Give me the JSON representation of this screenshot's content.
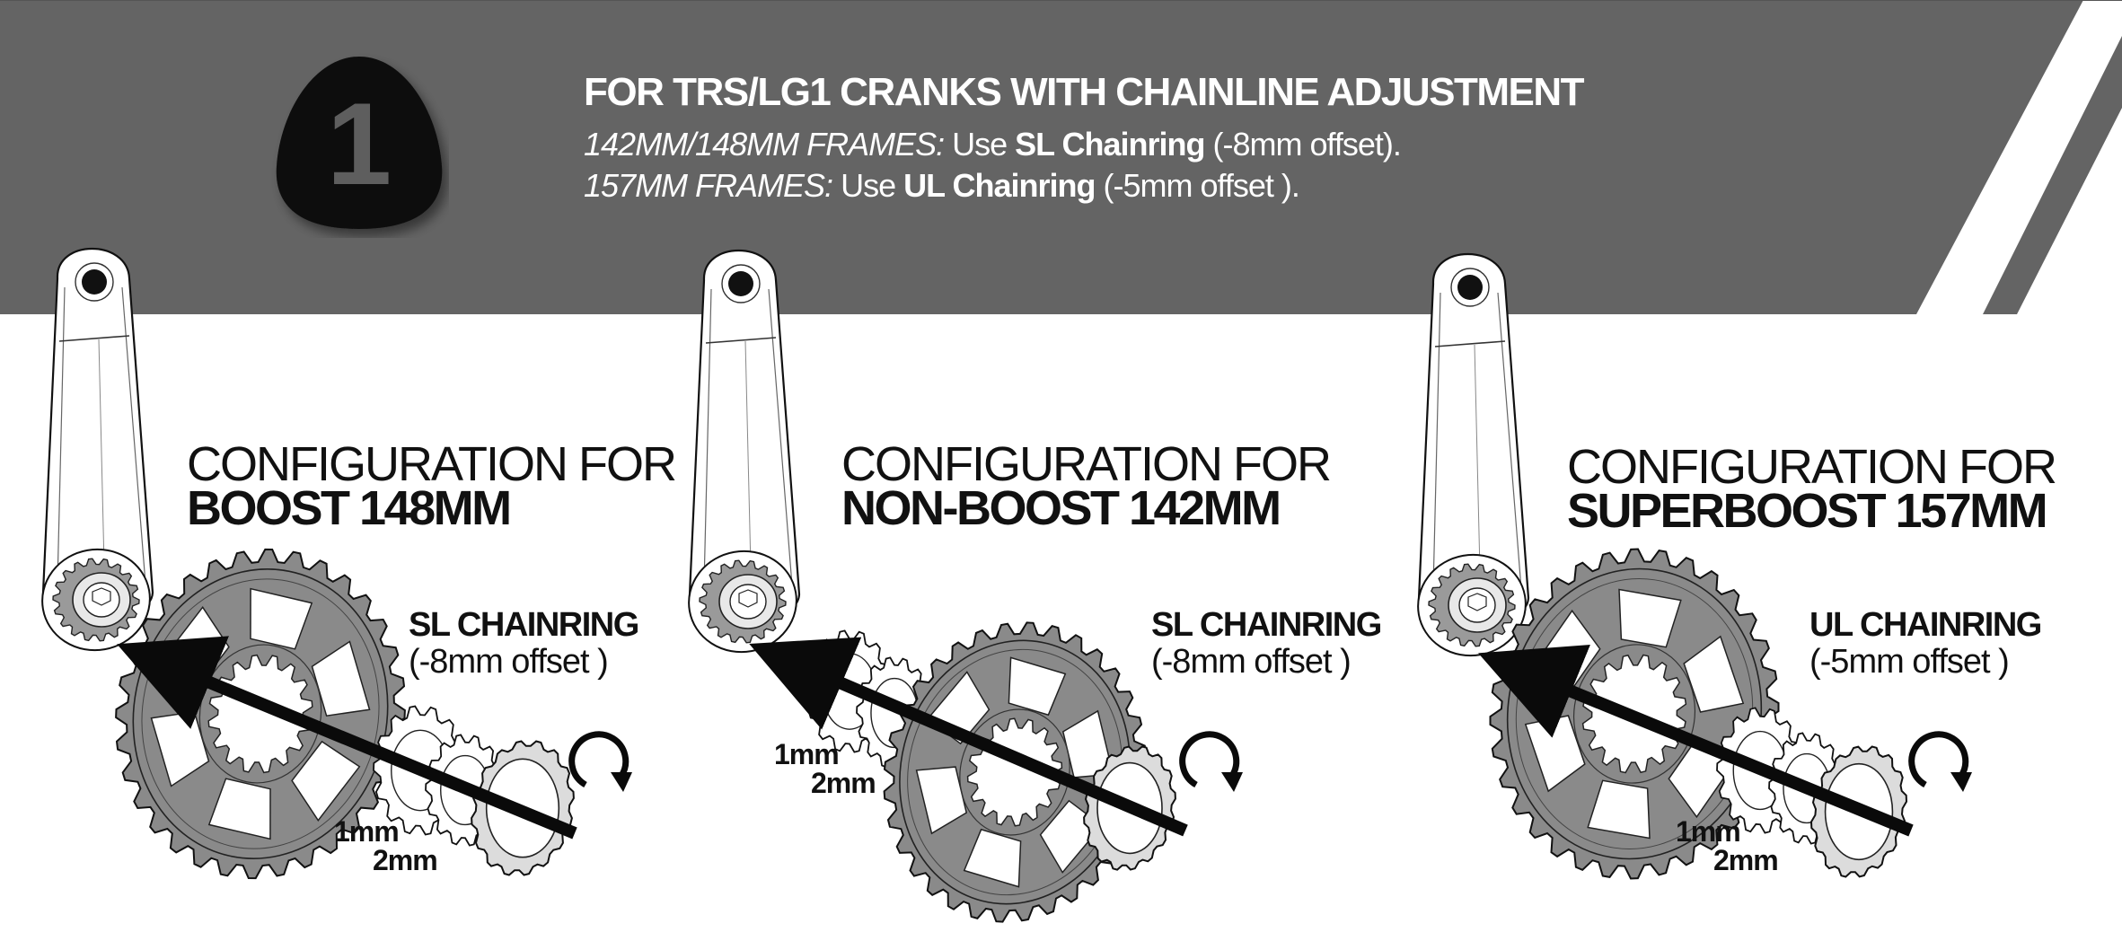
{
  "header": {
    "step_number": "1",
    "title": "FOR TRS/LG1 CRANKS WITH CHAINLINE ADJUSTMENT",
    "line1": {
      "label": "142MM/148MM FRAMES:",
      "pre": "Use",
      "ring": "SL Chainring",
      "post": "(-8mm offset)."
    },
    "line2": {
      "label": "157MM FRAMES:",
      "pre": "Use",
      "ring": "UL Chainring",
      "post": "(-5mm offset )."
    }
  },
  "configs": [
    {
      "heading": "CONFIGURATION FOR",
      "name": "BOOST 148MM",
      "ring": "SL CHAINRING",
      "offset": "(-8mm offset )",
      "spacer_small": "1mm",
      "spacer_large": "2mm"
    },
    {
      "heading": "CONFIGURATION FOR",
      "name": "NON-BOOST 142MM",
      "ring": "SL CHAINRING",
      "offset": "(-8mm offset )",
      "spacer_small": "1mm",
      "spacer_large": "2mm"
    },
    {
      "heading": "CONFIGURATION FOR",
      "name": "SUPERBOOST 157MM",
      "ring": "UL CHAINRING",
      "offset": "(-5mm offset )",
      "spacer_small": "1mm",
      "spacer_large": "2mm"
    }
  ],
  "colors": {
    "banner": "#646464",
    "badge": "#0b0b0b",
    "ink": "#111111",
    "ring_fill": "#8a8a8a"
  },
  "icons": [
    "crank-arm-icon",
    "chainring-icon",
    "spacer-icon",
    "lockring-icon",
    "assembly-arrow-icon",
    "rotate-arrow-icon"
  ]
}
